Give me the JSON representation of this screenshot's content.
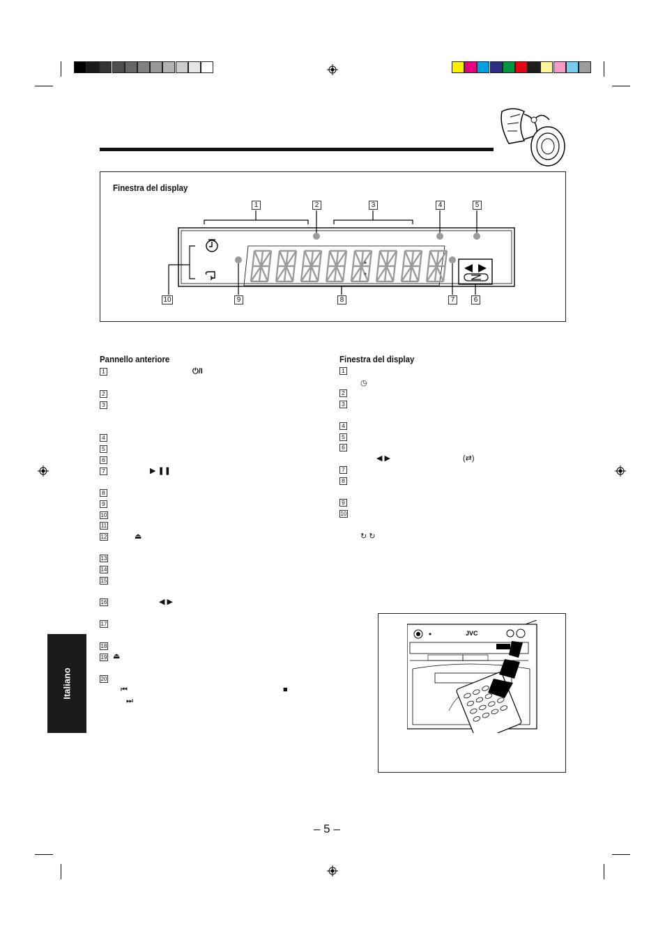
{
  "display_panel": {
    "title": "Finestra del display",
    "callouts": [
      "1",
      "2",
      "3",
      "4",
      "5",
      "6",
      "7",
      "8",
      "9",
      "10"
    ]
  },
  "left_column": {
    "heading": "Pannello anteriore",
    "items": [
      "1",
      "2",
      "3",
      "4",
      "5",
      "6",
      "7",
      "8",
      "9",
      "10",
      "11",
      "12",
      "13",
      "14",
      "15",
      "16",
      "17",
      "18",
      "19",
      "20"
    ]
  },
  "right_column": {
    "heading": "Finestra del display",
    "items": [
      "1",
      "2",
      "3",
      "4",
      "5",
      "6",
      "7",
      "8",
      "9",
      "10"
    ]
  },
  "side_tab": "Italiano",
  "remote_illustration": {
    "brand": "JVC"
  },
  "page_number": "– 5 –",
  "colors": {
    "ink": "#111111",
    "tab": "#1a1a1a",
    "segment": "#9a9a9a"
  },
  "color_bar_left": [
    "#000000",
    "#1a1a1a",
    "#333333",
    "#4d4d4d",
    "#666666",
    "#808080",
    "#999999",
    "#b3b3b3",
    "#cccccc",
    "#e6e6e6",
    "#ffffff"
  ],
  "color_bar_right": [
    "#ffee00",
    "#e6007e",
    "#009fe3",
    "#2d2e83",
    "#009640",
    "#e30613",
    "#1d1d1b",
    "#fff59b",
    "#f39bc6",
    "#77cdf0",
    "#9d9d9c"
  ]
}
